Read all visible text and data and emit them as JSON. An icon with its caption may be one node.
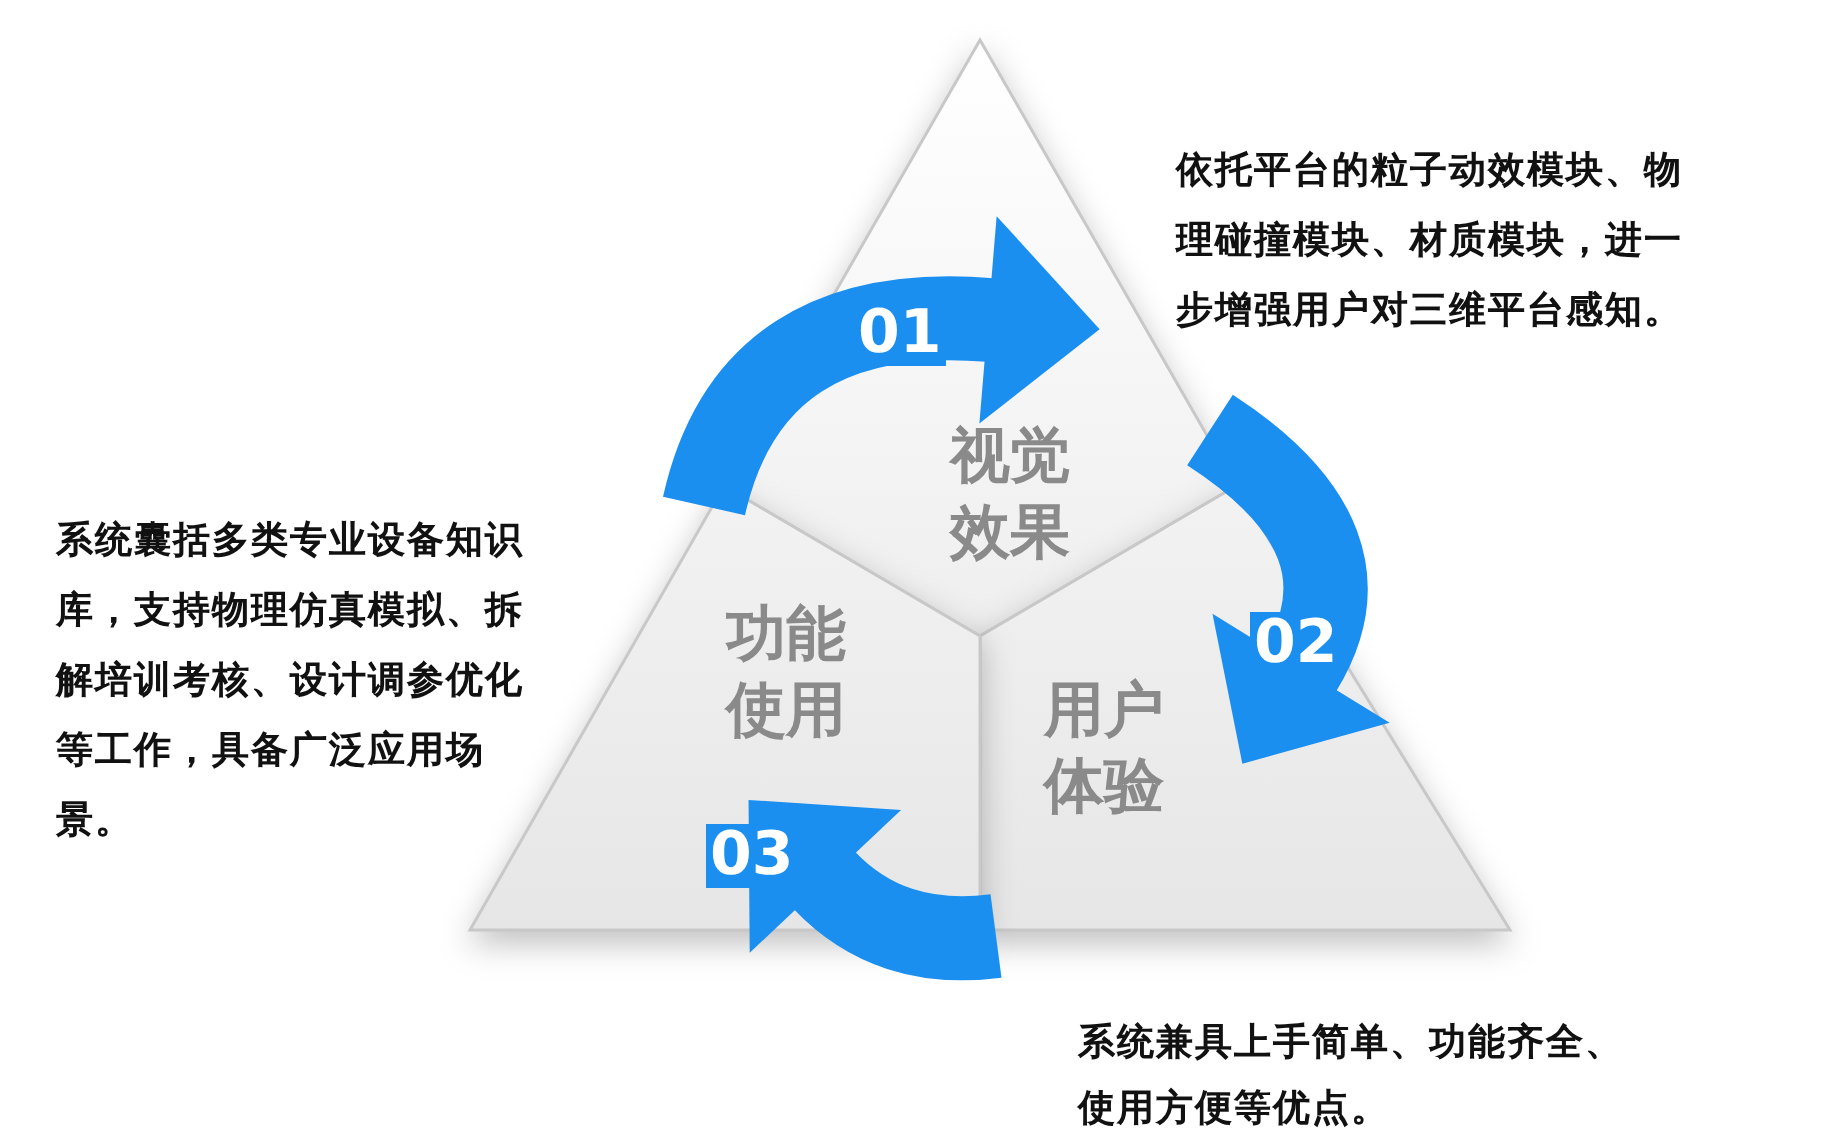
{
  "diagram": {
    "nodes": [
      {
        "text": [
          "视觉效果"
        ]
      },
      {
        "text": [
          "用户体验"
        ]
      },
      {
        "text": [
          "功能使用"
        ]
      }
    ],
    "edges": [
      {
        "from": 2,
        "to": 0,
        "arrow": "to",
        "label": "01"
      },
      {
        "from": 0,
        "to": 1,
        "arrow": "to",
        "label": "02"
      },
      {
        "from": 1,
        "to": 2,
        "arrow": "to",
        "label": "03"
      }
    ],
    "labels": [
      "依托平台的粒子动效模块、物理碰撞模块、材质模块，进一步增强用户对三维平台感知。",
      "系统囊括多类专业设备知识库，支持物理仿真模拟、拆解培训考核、设计调参优化等工作，具备广泛应用场景。",
      "系统兼具上手简单、功能齐全、使用方便等优点。"
    ]
  }
}
